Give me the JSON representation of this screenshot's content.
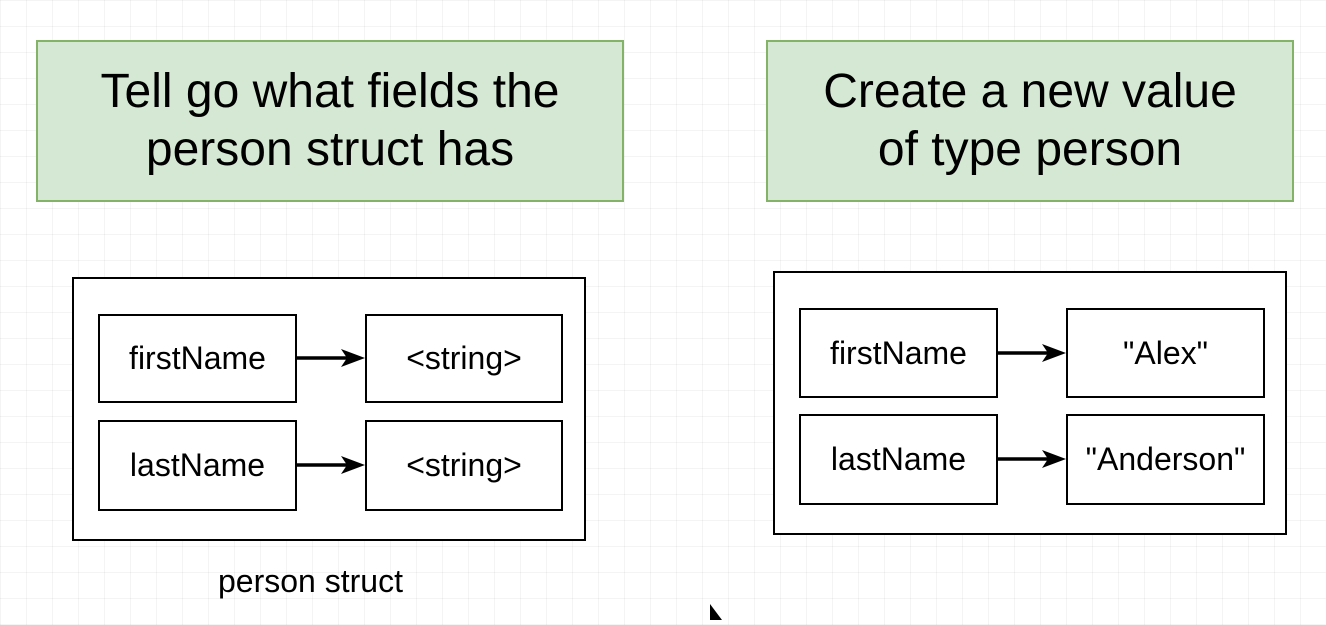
{
  "left": {
    "banner": {
      "line1": "Tell go what fields the",
      "line2": "person struct has"
    },
    "rows": [
      {
        "field": "firstName",
        "value": "<string>"
      },
      {
        "field": "lastName",
        "value": "<string>"
      }
    ],
    "caption": "person struct"
  },
  "right": {
    "banner": {
      "line1": "Create a new value",
      "line2": "of type person"
    },
    "rows": [
      {
        "field": "firstName",
        "value": "\"Alex\""
      },
      {
        "field": "lastName",
        "value": "\"Anderson\""
      }
    ]
  },
  "colors": {
    "banner_fill": "#d5e8d4",
    "banner_stroke": "#82b366"
  }
}
